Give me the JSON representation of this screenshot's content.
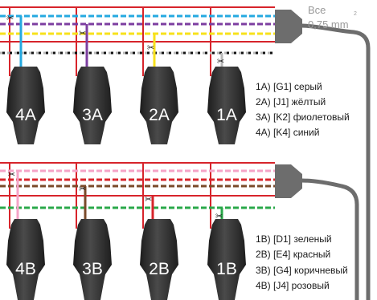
{
  "wire_spec": {
    "title": "Все",
    "gauge": "0,75 mm",
    "gauge_sup": "2"
  },
  "colors": {
    "frame_red": "#d7242b",
    "blue": "#25a9e0",
    "purple": "#7c3ea0",
    "yellow": "#f7e11b",
    "grey": "#b8b8b8",
    "green": "#2aa84a",
    "brown": "#7a4a2a",
    "pink": "#f5a3c7",
    "harness": "#6d6d6d",
    "injector": "#2c2c2c"
  },
  "top_group": {
    "injectors": [
      "4A",
      "3A",
      "2A",
      "1A"
    ],
    "legend": [
      "1A) [G1] серый",
      "2A) [J1] жёлтый",
      "3A) [K2] фиолетовый",
      "4A) [K4] синий"
    ]
  },
  "bottom_group": {
    "injectors": [
      "4B",
      "3B",
      "2B",
      "1B"
    ],
    "legend": [
      "1B) [D1] зеленый",
      "2B) [E4] красный",
      "3B) [G4] коричневый",
      "4B) [J4] розовый"
    ]
  }
}
